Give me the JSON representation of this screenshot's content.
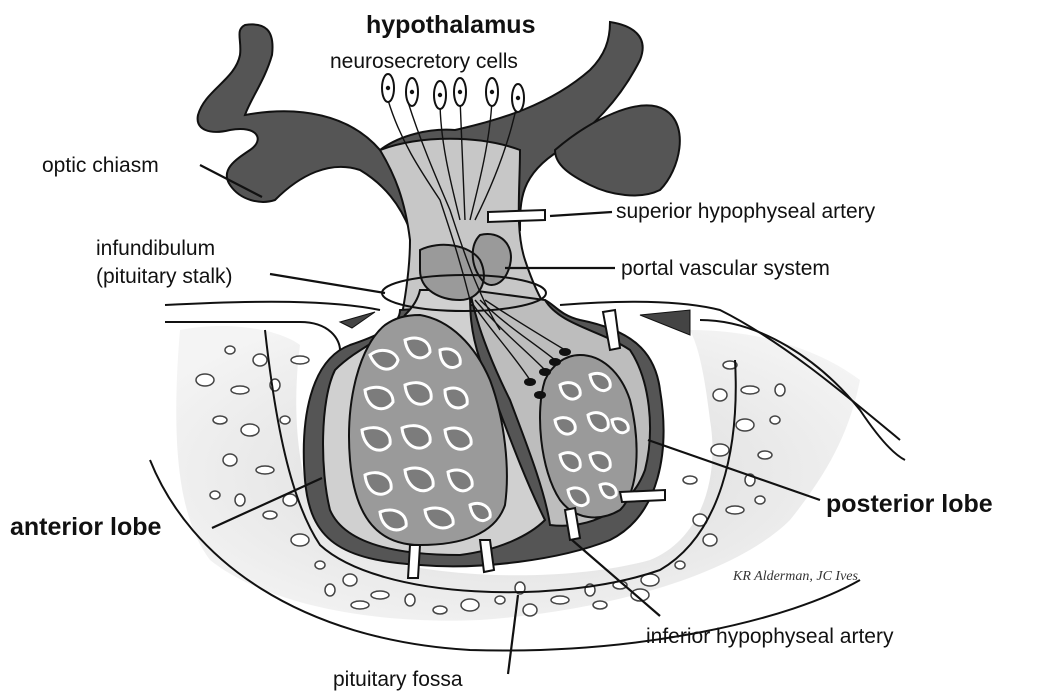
{
  "labels": {
    "hypothalamus": "hypothalamus",
    "neurosecretory_cells": "neurosecretory cells",
    "optic_chiasm": "optic chiasm",
    "infundibulum": "infundibulum",
    "pituitary_stalk": "(pituitary stalk)",
    "superior_artery": "superior hypophyseal artery",
    "portal_system": "portal vascular system",
    "anterior_lobe": "anterior lobe",
    "posterior_lobe": "posterior lobe",
    "inferior_artery": "inferior hypophyseal artery",
    "pituitary_fossa": "pituitary fossa"
  },
  "credit": "KR Alderman, JC Ives",
  "colors": {
    "dark_tissue": "#555555",
    "mid_tissue": "#9a9a9a",
    "light_tissue": "#d4d4d4",
    "bone_shade": "#e2e2e2",
    "outline": "#111111"
  }
}
